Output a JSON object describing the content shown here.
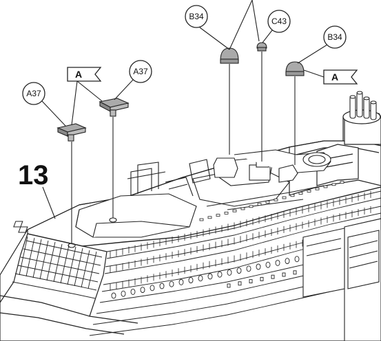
{
  "step": {
    "number": "13"
  },
  "callouts": {
    "a37_left": "A37",
    "a37_right": "A37",
    "b34_left": "B34",
    "c43": "C43",
    "b34_right": "B34"
  },
  "flags": {
    "flag_left": "A",
    "flag_right": "A"
  }
}
